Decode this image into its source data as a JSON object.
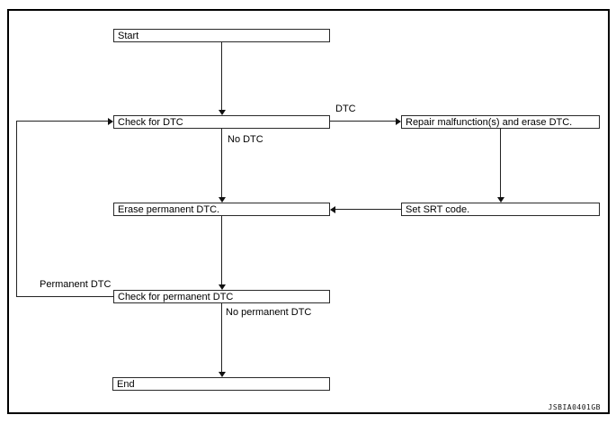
{
  "diagram": {
    "nodes": {
      "start": "Start",
      "check_dtc": "Check for DTC",
      "repair": "Repair malfunction(s) and erase DTC.",
      "set_srt": "Set SRT code.",
      "erase_permanent": "Erase permanent DTC.",
      "check_permanent": "Check for permanent DTC",
      "end": "End"
    },
    "edge_labels": {
      "dtc": "DTC",
      "no_dtc": "No DTC",
      "permanent_dtc": "Permanent DTC",
      "no_permanent_dtc": "No permanent DTC"
    },
    "figure_code": "JSBIA0401GB"
  }
}
